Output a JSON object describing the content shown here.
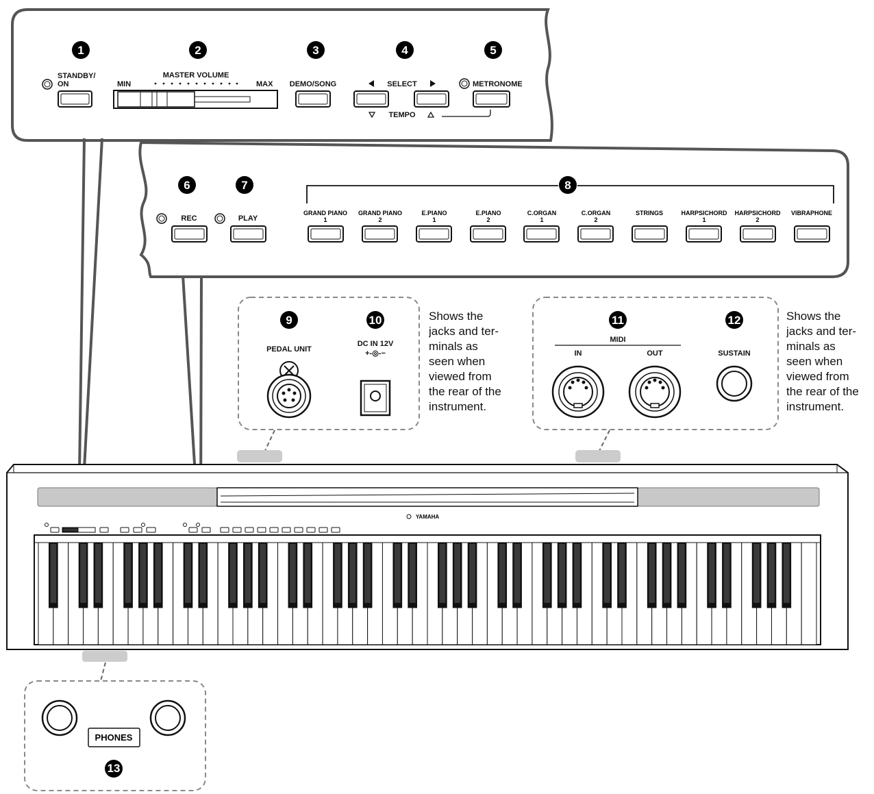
{
  "top_panel": {
    "callouts": [
      "1",
      "2",
      "3",
      "4",
      "5"
    ],
    "standby_label_1": "STANDBY/",
    "standby_label_2": "ON",
    "master_volume": "MASTER VOLUME",
    "min": "MIN",
    "max": "MAX",
    "demo_song": "DEMO/SONG",
    "select": "SELECT",
    "tempo": "TEMPO",
    "metronome": "METRONOME"
  },
  "voice_panel": {
    "callouts": [
      "6",
      "7",
      "8"
    ],
    "rec": "REC",
    "play": "PLAY",
    "voices": [
      {
        "line1": "GRAND PIANO",
        "line2": "1"
      },
      {
        "line1": "GRAND PIANO",
        "line2": "2"
      },
      {
        "line1": "E.PIANO",
        "line2": "1"
      },
      {
        "line1": "E.PIANO",
        "line2": "2"
      },
      {
        "line1": "C.ORGAN",
        "line2": "1"
      },
      {
        "line1": "C.ORGAN",
        "line2": "2"
      },
      {
        "line1": "STRINGS",
        "line2": ""
      },
      {
        "line1": "HARPSICHORD",
        "line2": "1"
      },
      {
        "line1": "HARPSICHORD",
        "line2": "2"
      },
      {
        "line1": "VIBRAPHONE",
        "line2": ""
      }
    ]
  },
  "rear_left": {
    "callouts": [
      "9",
      "10"
    ],
    "pedal_unit": "PEDAL UNIT",
    "dc_in": "DC IN 12V",
    "dc_polarity": "+-◎-−"
  },
  "rear_right": {
    "callouts": [
      "11",
      "12"
    ],
    "midi": "MIDI",
    "in": "IN",
    "out": "OUT",
    "sustain": "SUSTAIN"
  },
  "rear_note": "Shows the jacks and terminals as seen when viewed from the rear of the instrument.",
  "rear_note_lines": [
    "Shows the",
    "jacks and ter-",
    "minals as",
    "seen when",
    "viewed from",
    "the rear of the",
    "instrument."
  ],
  "brand": "YAMAHA",
  "phones": {
    "label": "PHONES",
    "callout": "13"
  },
  "keyboard": {
    "white_keys": 52
  }
}
